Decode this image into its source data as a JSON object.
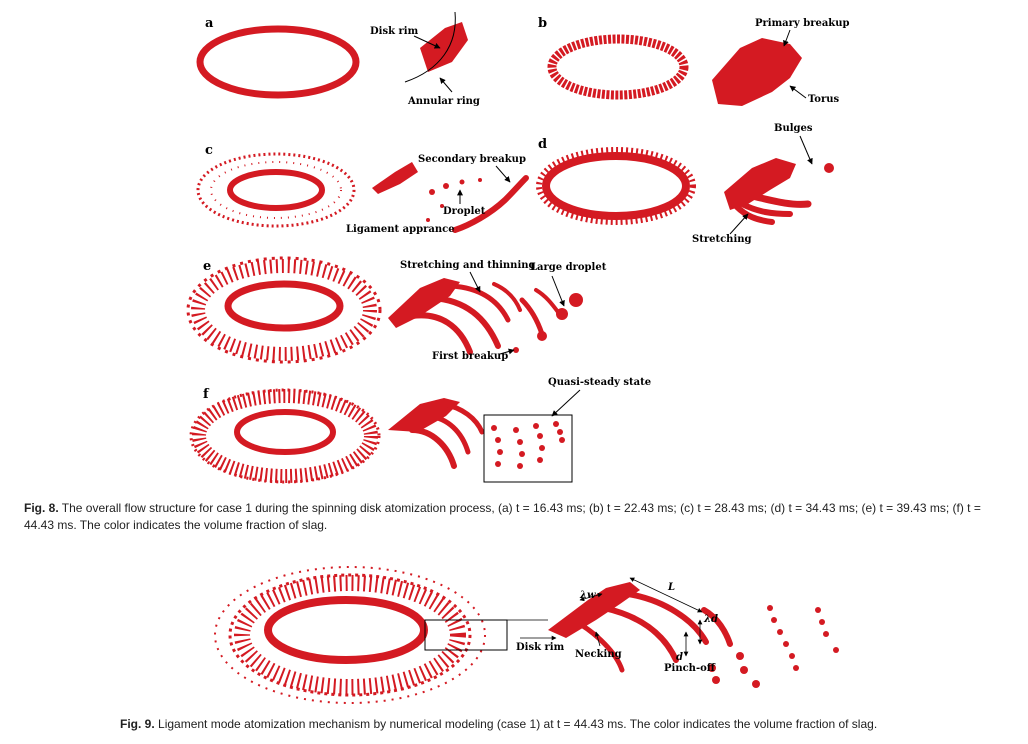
{
  "figure8": {
    "panels": {
      "a": {
        "label": "a",
        "annotations": [
          "Disk rim",
          "Annular ring"
        ]
      },
      "b": {
        "label": "b",
        "annotations": [
          "Primary breakup",
          "Torus"
        ]
      },
      "c": {
        "label": "c",
        "annotations": [
          "Secondary breakup",
          "Droplet",
          "Ligament apprance"
        ]
      },
      "d": {
        "label": "d",
        "annotations": [
          "Bulges",
          "Stretching"
        ]
      },
      "e": {
        "label": "e",
        "annotations": [
          "Stretching and thinning",
          "Large droplet",
          "First breakup"
        ]
      },
      "f": {
        "label": "f",
        "annotations": [
          "Quasi-steady state"
        ]
      }
    },
    "caption_label": "Fig. 8.",
    "caption_text": "The overall flow structure for case 1 during the spinning disk atomization process, (a) t = 16.43 ms; (b) t = 22.43 ms; (c) t = 28.43 ms; (d) t = 34.43 ms; (e) t = 39.43 ms; (f) t = 44.43 ms. The color indicates the volume fraction of slag."
  },
  "figure9": {
    "annotations": {
      "disk_rim": "Disk rim",
      "necking": "Necking",
      "pinch_off": "Pinch-off",
      "lambda_w": "λw",
      "lambda_d": "λd",
      "length": "L",
      "diameter": "d"
    },
    "caption_label": "Fig. 9.",
    "caption_text": "Ligament mode atomization mechanism by numerical modeling (case 1) at t = 44.43 ms. The color indicates the volume fraction of slag."
  },
  "colors": {
    "slag": "#d41a22",
    "text": "#000000"
  }
}
